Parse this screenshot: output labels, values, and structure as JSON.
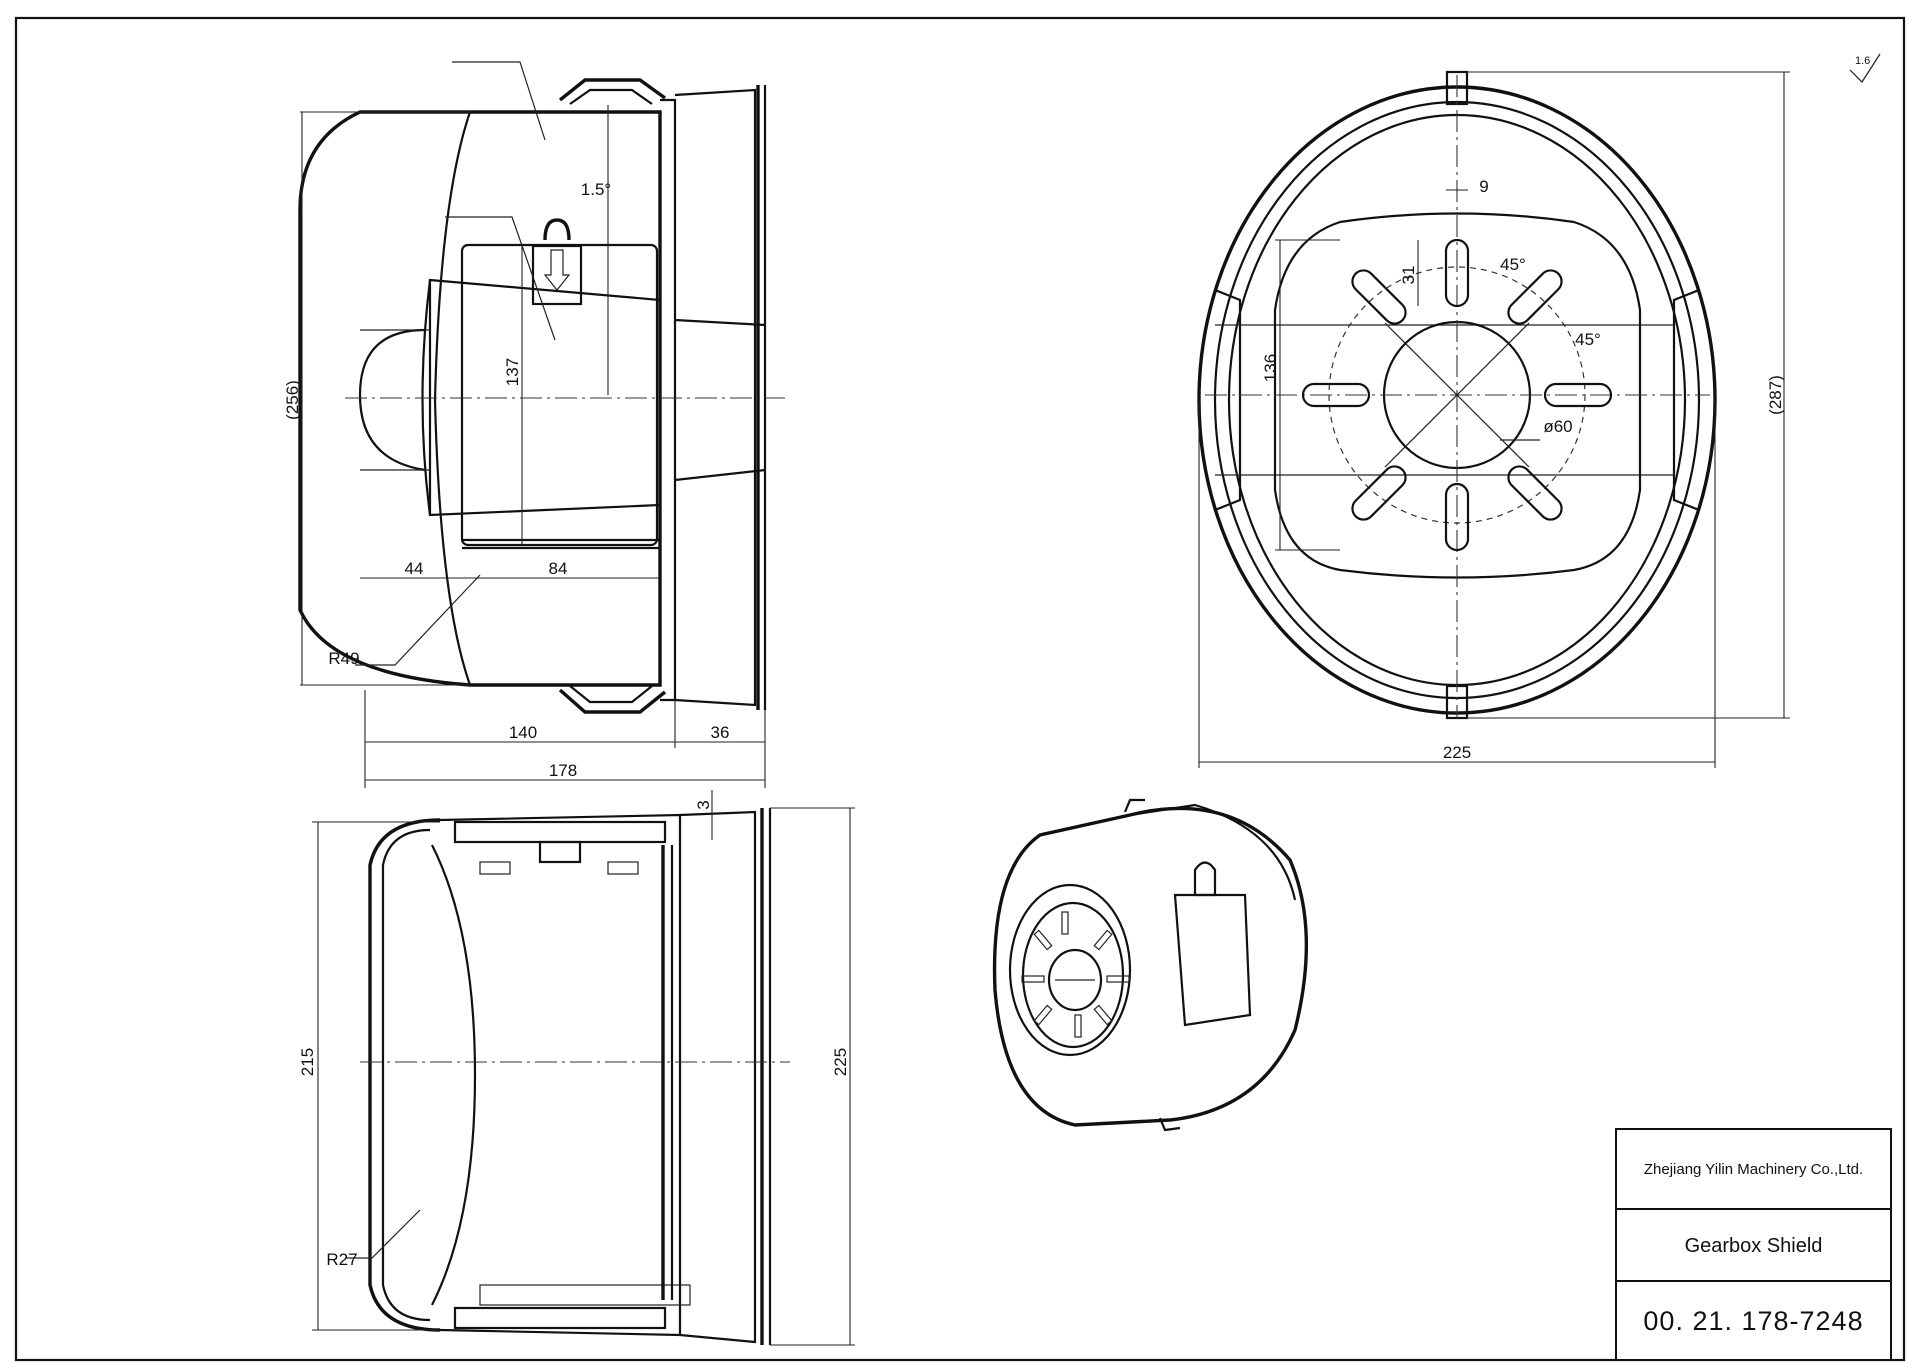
{
  "title_block": {
    "company": "Zhejiang Yilin Machinery Co.,Ltd.",
    "part_name": "Gearbox Shield",
    "drawing_number": "00. 21. 178-7248"
  },
  "surface_finish": "1.6",
  "dimensions": {
    "front_view": {
      "overall_height": "(256)",
      "window_height": "137",
      "draft_angle": "1.5°",
      "radius": "R49",
      "width_a": "44",
      "width_b": "84",
      "body_length": "140",
      "flange_length": "36",
      "overall_length": "178"
    },
    "end_view": {
      "slot_width": "9",
      "slot_length": "31",
      "angle_1": "45°",
      "angle_2": "45°",
      "plate_height": "136",
      "hole_diameter": "ø60",
      "overall_height": "(287)",
      "overall_width": "225"
    },
    "section_view": {
      "wall": "3",
      "inner_height": "215",
      "outer_height": "225",
      "radius": "R27"
    }
  }
}
